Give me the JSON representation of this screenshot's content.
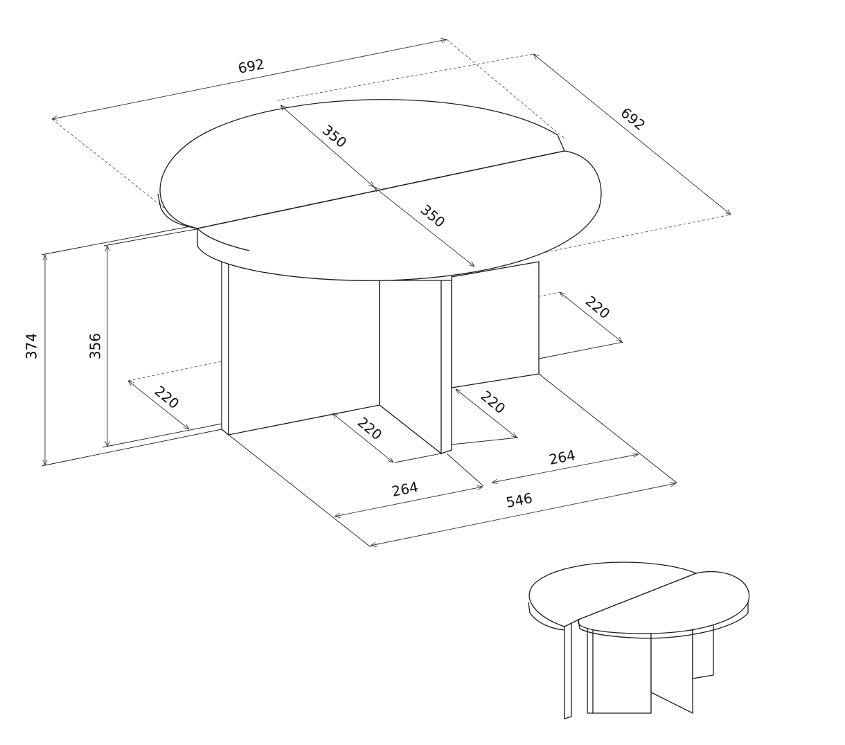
{
  "dimensions": {
    "top_length": "692",
    "side_length": "692",
    "radius_back": "350",
    "radius_front": "350",
    "total_height": "374",
    "leg_height": "356",
    "leg_depth_right": "220",
    "leg_depth_left": "220",
    "leg_depth_center": "220",
    "leg_depth_center_right": "220",
    "leg_width_right": "264",
    "leg_width_left": "264",
    "base_width": "546"
  },
  "colors": {
    "line": "#1a1a1a",
    "background": "#ffffff"
  }
}
